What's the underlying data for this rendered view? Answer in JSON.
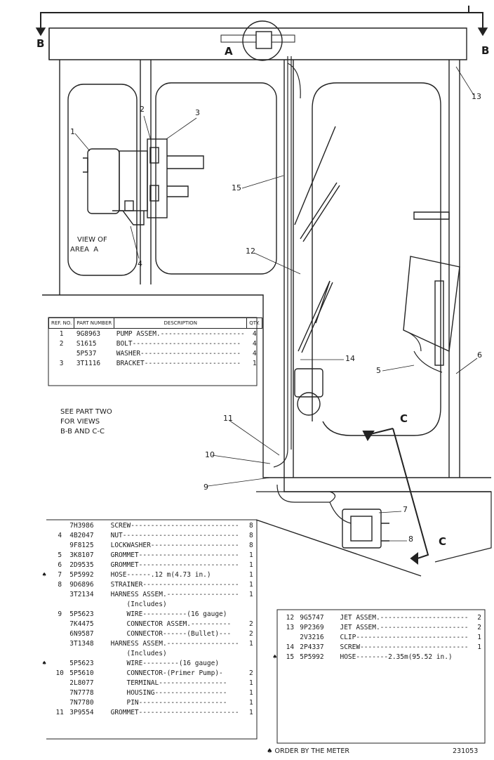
{
  "drawing": {
    "section_labels": {
      "b_left": "B",
      "b_right": "B",
      "a_circle": "A",
      "c_upper": "C",
      "c_lower": "C"
    },
    "view_caption": [
      "VIEW OF",
      "AREA  A"
    ],
    "see_note": [
      "SEE PART TWO",
      "FOR VIEWS",
      "B-B AND C-C"
    ],
    "callouts": [
      "1",
      "2",
      "3",
      "4",
      "15",
      "12",
      "13",
      "14",
      "5",
      "6",
      "11",
      "10",
      "9",
      "7",
      "8"
    ]
  },
  "table1": {
    "headers": {
      "ref": "REF. NO.",
      "part": "PART NUMBER",
      "desc": "DESCRIPTION",
      "qty": "QTY."
    },
    "rows": [
      {
        "ref": "1",
        "part": "9G8963",
        "desc": "PUMP ASSEM.---------------------",
        "qty": "4"
      },
      {
        "ref": "2",
        "part": "S1615",
        "desc": "BOLT---------------------------",
        "qty": "4"
      },
      {
        "ref": "",
        "part": "5P537",
        "desc": "WASHER-------------------------",
        "qty": "4"
      },
      {
        "ref": "3",
        "part": "3T1116",
        "desc": "BRACKET------------------------",
        "qty": "1"
      }
    ]
  },
  "table2": {
    "rows": [
      {
        "mark": "",
        "ref": "",
        "part": "7H3986",
        "desc": "SCREW---------------------------",
        "qty": "8"
      },
      {
        "mark": "",
        "ref": "4",
        "part": "4B2047",
        "desc": "NUT-----------------------------",
        "qty": "8"
      },
      {
        "mark": "",
        "ref": "",
        "part": "9F8125",
        "desc": "LOCKWASHER----------------------",
        "qty": "8"
      },
      {
        "mark": "",
        "ref": "5",
        "part": "3K8107",
        "desc": "GROMMET-------------------------",
        "qty": "1"
      },
      {
        "mark": "",
        "ref": "6",
        "part": "2D9535",
        "desc": "GROMMET-------------------------",
        "qty": "1"
      },
      {
        "mark": "♠",
        "ref": "7",
        "part": "5P5992",
        "desc": "HOSE------.12 m(4.73 in.)",
        "qty": "1"
      },
      {
        "mark": "",
        "ref": "8",
        "part": "9D6896",
        "desc": "STRAINER------------------------",
        "qty": "1"
      },
      {
        "mark": "",
        "ref": "",
        "part": "3T2134",
        "desc": "HARNESS ASSEM.------------------",
        "qty": "1"
      },
      {
        "mark": "",
        "ref": "",
        "part": "",
        "desc": "    (Includes)",
        "qty": ""
      },
      {
        "mark": "",
        "ref": "9",
        "part": "5P5623",
        "desc": "    WIRE-----------(16 gauge)",
        "qty": ""
      },
      {
        "mark": "",
        "ref": "",
        "part": "7K4475",
        "desc": "    CONNECTOR ASSEM.----------",
        "qty": "2"
      },
      {
        "mark": "",
        "ref": "",
        "part": "6N9587",
        "desc": "    CONNECTOR------(Bullet)---",
        "qty": "2"
      },
      {
        "mark": "",
        "ref": "",
        "part": "3T1348",
        "desc": "HARNESS ASSEM.------------------",
        "qty": "1"
      },
      {
        "mark": "",
        "ref": "",
        "part": "",
        "desc": "    (Includes)",
        "qty": ""
      },
      {
        "mark": "♠",
        "ref": "",
        "part": "5P5623",
        "desc": "    WIRE---------(16 gauge)",
        "qty": ""
      },
      {
        "mark": "",
        "ref": "10",
        "part": "5P5610",
        "desc": "    CONNECTOR-(Primer Pump)-",
        "qty": "2"
      },
      {
        "mark": "",
        "ref": "",
        "part": "2L8077",
        "desc": "    TERMINAL-----------------",
        "qty": "1"
      },
      {
        "mark": "",
        "ref": "",
        "part": "7N7778",
        "desc": "    HOUSING------------------",
        "qty": "1"
      },
      {
        "mark": "",
        "ref": "",
        "part": "7N7780",
        "desc": "    PIN----------------------",
        "qty": "1"
      },
      {
        "mark": "",
        "ref": "11",
        "part": "3P9554",
        "desc": "GROMMET-------------------------",
        "qty": "1"
      }
    ]
  },
  "table3": {
    "rows": [
      {
        "mark": "",
        "ref": "12",
        "part": "9G5747",
        "desc": "JET ASSEM.----------------------",
        "qty": "2"
      },
      {
        "mark": "",
        "ref": "13",
        "part": "9P2369",
        "desc": "JET ASSEM.----------------------",
        "qty": "2"
      },
      {
        "mark": "",
        "ref": "",
        "part": "2V3216",
        "desc": "CLIP----------------------------",
        "qty": "1"
      },
      {
        "mark": "",
        "ref": "14",
        "part": "2P4337",
        "desc": "SCREW---------------------------",
        "qty": "1"
      },
      {
        "mark": "♠",
        "ref": "15",
        "part": "5P5992",
        "desc": "HOSE--------2.35m(95.52 in.)",
        "qty": ""
      }
    ]
  },
  "footer": {
    "note": "♠ ORDER BY THE METER",
    "drawing_number": "231053"
  }
}
